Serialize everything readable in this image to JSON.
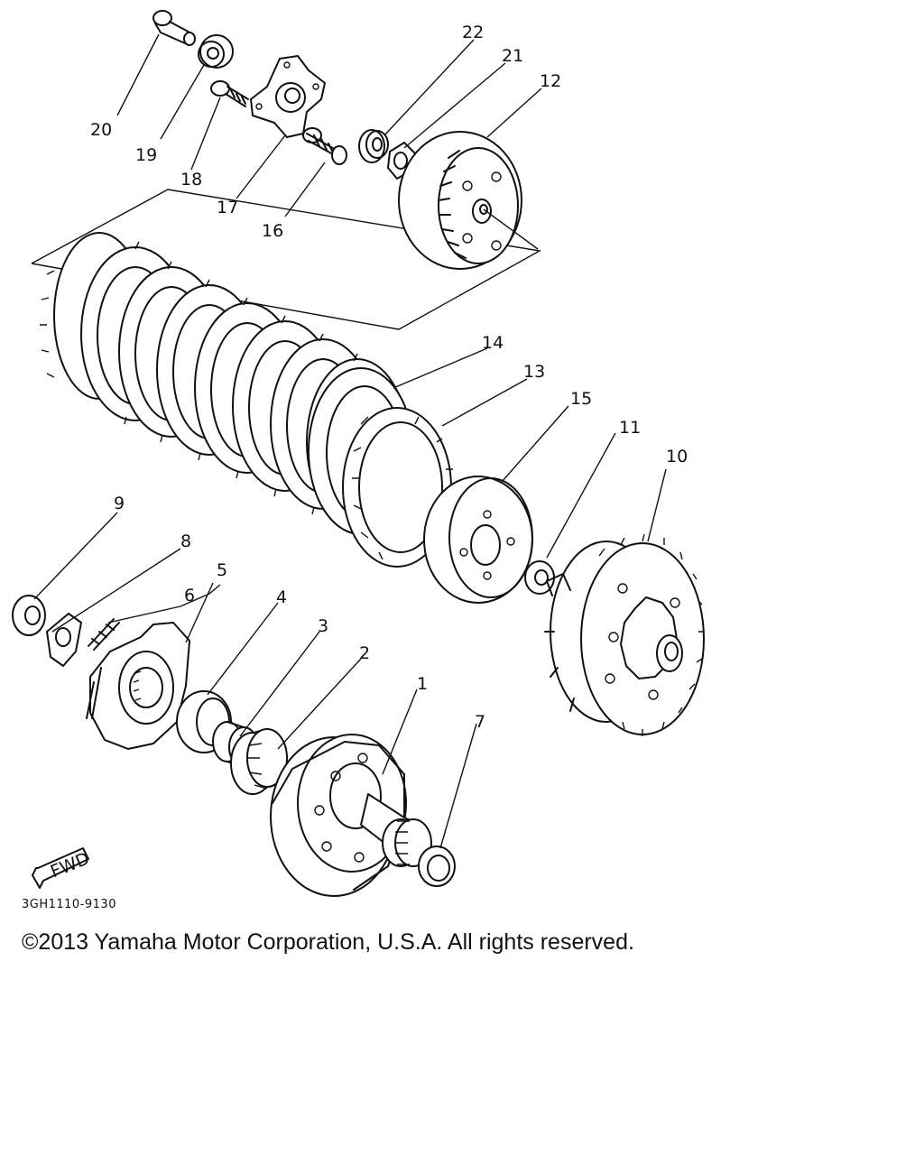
{
  "diagram": {
    "part_labels": {
      "p1": "1",
      "p2": "2",
      "p3": "3",
      "p4": "4",
      "p5": "5",
      "p6": "6",
      "p7": "7",
      "p8": "8",
      "p9": "9",
      "p10": "10",
      "p11": "11",
      "p12": "12",
      "p13": "13",
      "p14": "14",
      "p15": "15",
      "p16": "16",
      "p17": "17",
      "p18": "18",
      "p19": "19",
      "p20": "20",
      "p21": "21",
      "p22": "22"
    },
    "fwd_label": "FWD",
    "drawing_code": "3GH1110-9130"
  },
  "footer": {
    "copyright": "©2013 Yamaha Motor Corporation, U.S.A. All rights reserved."
  }
}
